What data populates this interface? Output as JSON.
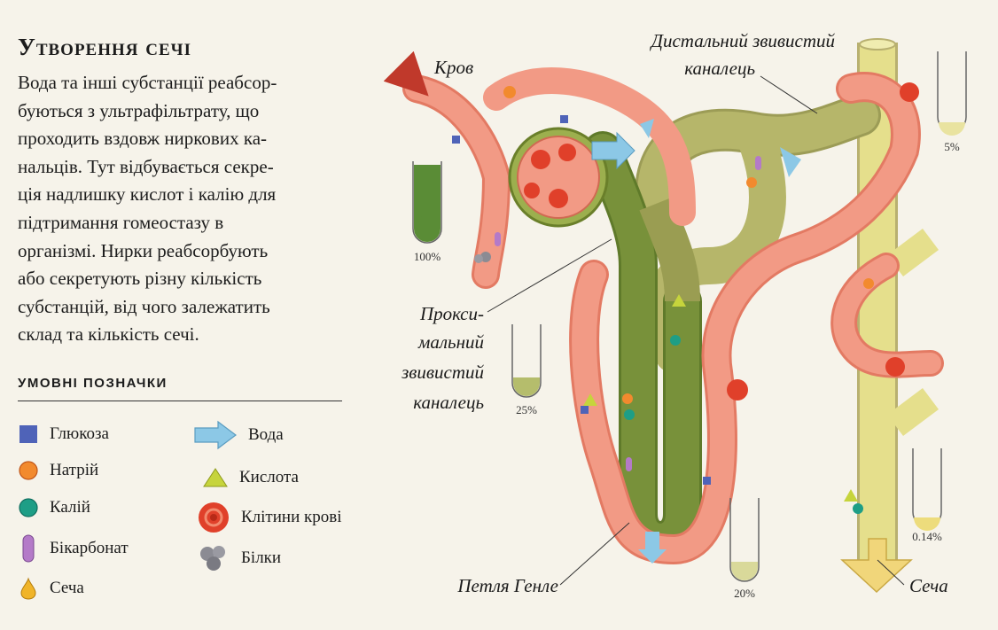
{
  "title": "Утворення сечі",
  "description_lines": [
    "Вода та інші субстанції реабсор-",
    "буються з ультрафільтрату, що",
    "проходить вздовж ниркових ка-",
    "нальців. Тут відбувається секре-",
    "ція надлишку кислот і калію для",
    "підтримання гомеостазу в",
    "організмі. Нирки реабсорбують",
    "або секретують різну кількість",
    "субстанцій, від чого залежатить",
    "склад та кількість сечі."
  ],
  "legend": {
    "title": "УМОВНІ ПОЗНАЧКИ",
    "items": [
      {
        "label": "Глюкоза",
        "icon": "glucose-square-icon",
        "color": "#4f63b8"
      },
      {
        "label": "Натрій",
        "icon": "sodium-circle-icon",
        "color": "#f28a2e"
      },
      {
        "label": "Калій",
        "icon": "potassium-circle-icon",
        "color": "#1e9e86"
      },
      {
        "label": "Бікарбонат",
        "icon": "bicarbonate-capsule-icon",
        "color": "#b47ac8"
      },
      {
        "label": "Сеча",
        "icon": "urine-drop-icon",
        "color": "#f0b429"
      },
      {
        "label": "Вода",
        "icon": "water-arrow-icon",
        "color": "#8cc8e6"
      },
      {
        "label": "Кислота",
        "icon": "acid-triangle-icon",
        "color": "#c6d43c"
      },
      {
        "label": "Клітини крові",
        "icon": "blood-cell-icon",
        "color": "#e0402a"
      },
      {
        "label": "Білки",
        "icon": "protein-cluster-icon",
        "color": "#8b8b93"
      }
    ]
  },
  "diagram": {
    "labels": {
      "blood": "Кров",
      "distal": [
        "Дистальний звивистий",
        "каналець"
      ],
      "proximal": [
        "Прокси-",
        "мальний",
        "звивистий",
        "каналець"
      ],
      "loop": "Петля Генле",
      "urine": "Сеча"
    },
    "tubes": [
      {
        "name": "tube-100",
        "label": "100%",
        "fill": 1.0,
        "color": "#5a8c36"
      },
      {
        "name": "tube-25",
        "label": "25%",
        "fill": 0.25,
        "color": "#b5bd6c"
      },
      {
        "name": "tube-20",
        "label": "20%",
        "fill": 0.2,
        "color": "#d9d99a"
      },
      {
        "name": "tube-5",
        "label": "5%",
        "fill": 0.05,
        "color": "#e9e3a0"
      },
      {
        "name": "tube-014",
        "label": "0.14%",
        "fill": 0.06,
        "color": "#eddc7c"
      }
    ],
    "colors": {
      "vessel": "#f29a85",
      "vessel_edge": "#e37a63",
      "nephron": "#78913a",
      "distal": "#b6b66a",
      "collecting": "#e2de8a",
      "water": "#8cc8e6"
    }
  }
}
